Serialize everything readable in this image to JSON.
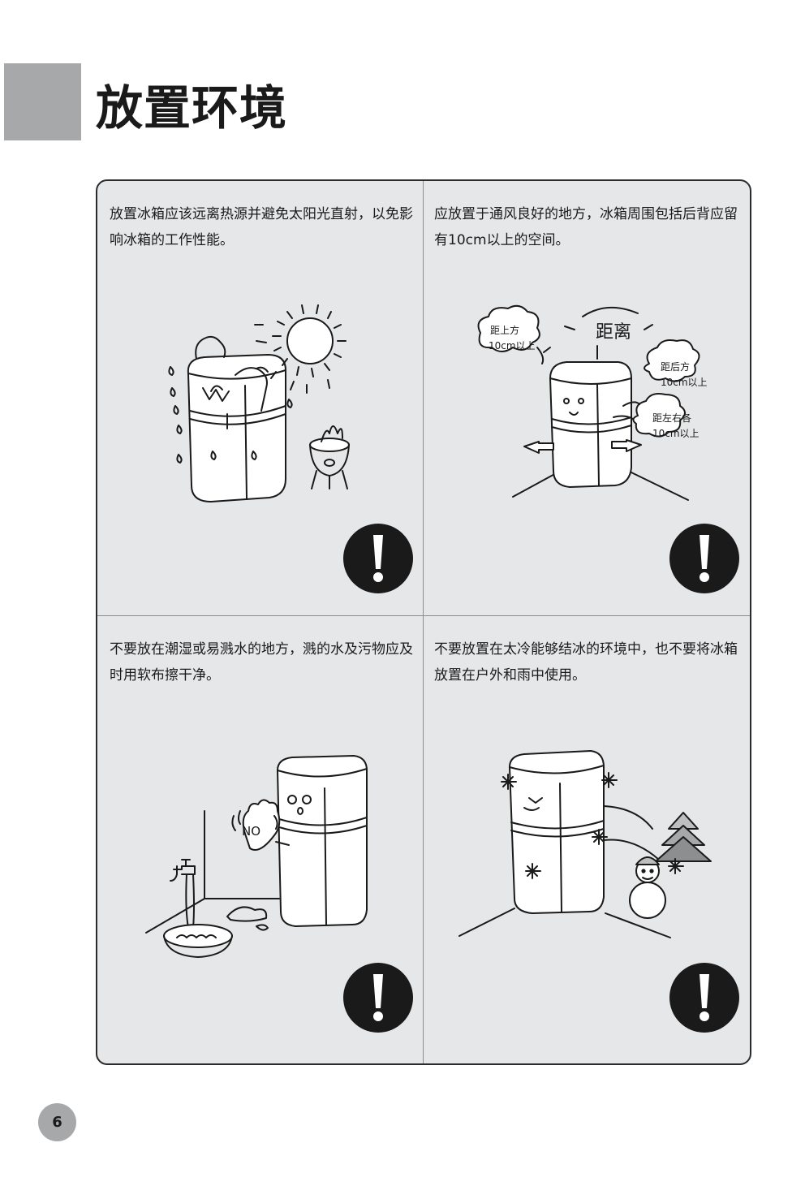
{
  "page": {
    "title": "放置环境",
    "page_number": "6"
  },
  "cells": [
    {
      "text": "放置冰箱应该远离热源并避免太阳光直射，以免影响冰箱的工作性能。"
    },
    {
      "text": "应放置于通风良好的地方，冰箱周围包括后背应留有10cm以上的空间。",
      "labels": {
        "top": [
          "距上方",
          "10cm以上"
        ],
        "center": "距离",
        "back": [
          "距后方",
          "10cm以上"
        ],
        "sides": [
          "距左右各",
          "10cm以上"
        ]
      }
    },
    {
      "text": "不要放在潮湿或易溅水的地方，溅的水及污物应及时用软布擦干净。",
      "labels": {
        "no": "NO"
      }
    },
    {
      "text": "不要放置在太冷能够结冰的环境中，也不要将冰箱放置在户外和雨中使用。"
    }
  ],
  "icons": {
    "warning": "exclamation-circle-icon"
  },
  "colors": {
    "panel_bg": "#e6e7e8",
    "accent_gray": "#a7a8aa",
    "warning": "#1a1a1a"
  }
}
